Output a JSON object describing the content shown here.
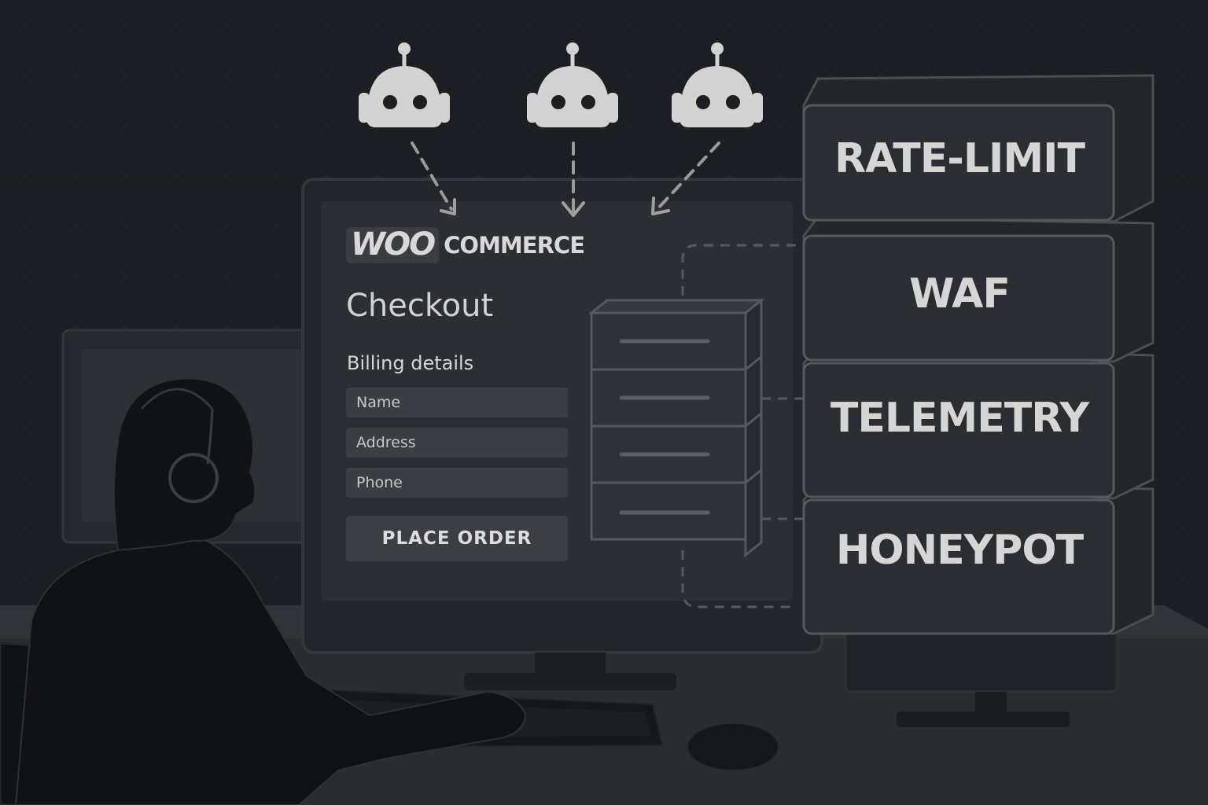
{
  "brand": {
    "woo": "WOO",
    "commerce": "COMMERCE"
  },
  "checkout": {
    "title": "Checkout",
    "billing_heading": "Billing details",
    "fields": {
      "name_placeholder": "Name",
      "address_placeholder": "Address",
      "phone_placeholder": "Phone"
    },
    "place_order_label": "PLACE ORDER"
  },
  "layers": {
    "rate_limit": "RATE-LIMIT",
    "waf": "WAF",
    "telemetry": "TELEMETRY",
    "honeypot": "HONEYPOT"
  },
  "icons": {
    "bot": "robot-head-icon",
    "arrow": "dashed-arrow-icon",
    "server": "server-stack-icon",
    "operator": "headset-person-icon"
  },
  "colors": {
    "background": "#1b1e22",
    "screen": "#2b2e33",
    "panel": "#2a2d31",
    "accent_text": "#d6d6d6"
  }
}
